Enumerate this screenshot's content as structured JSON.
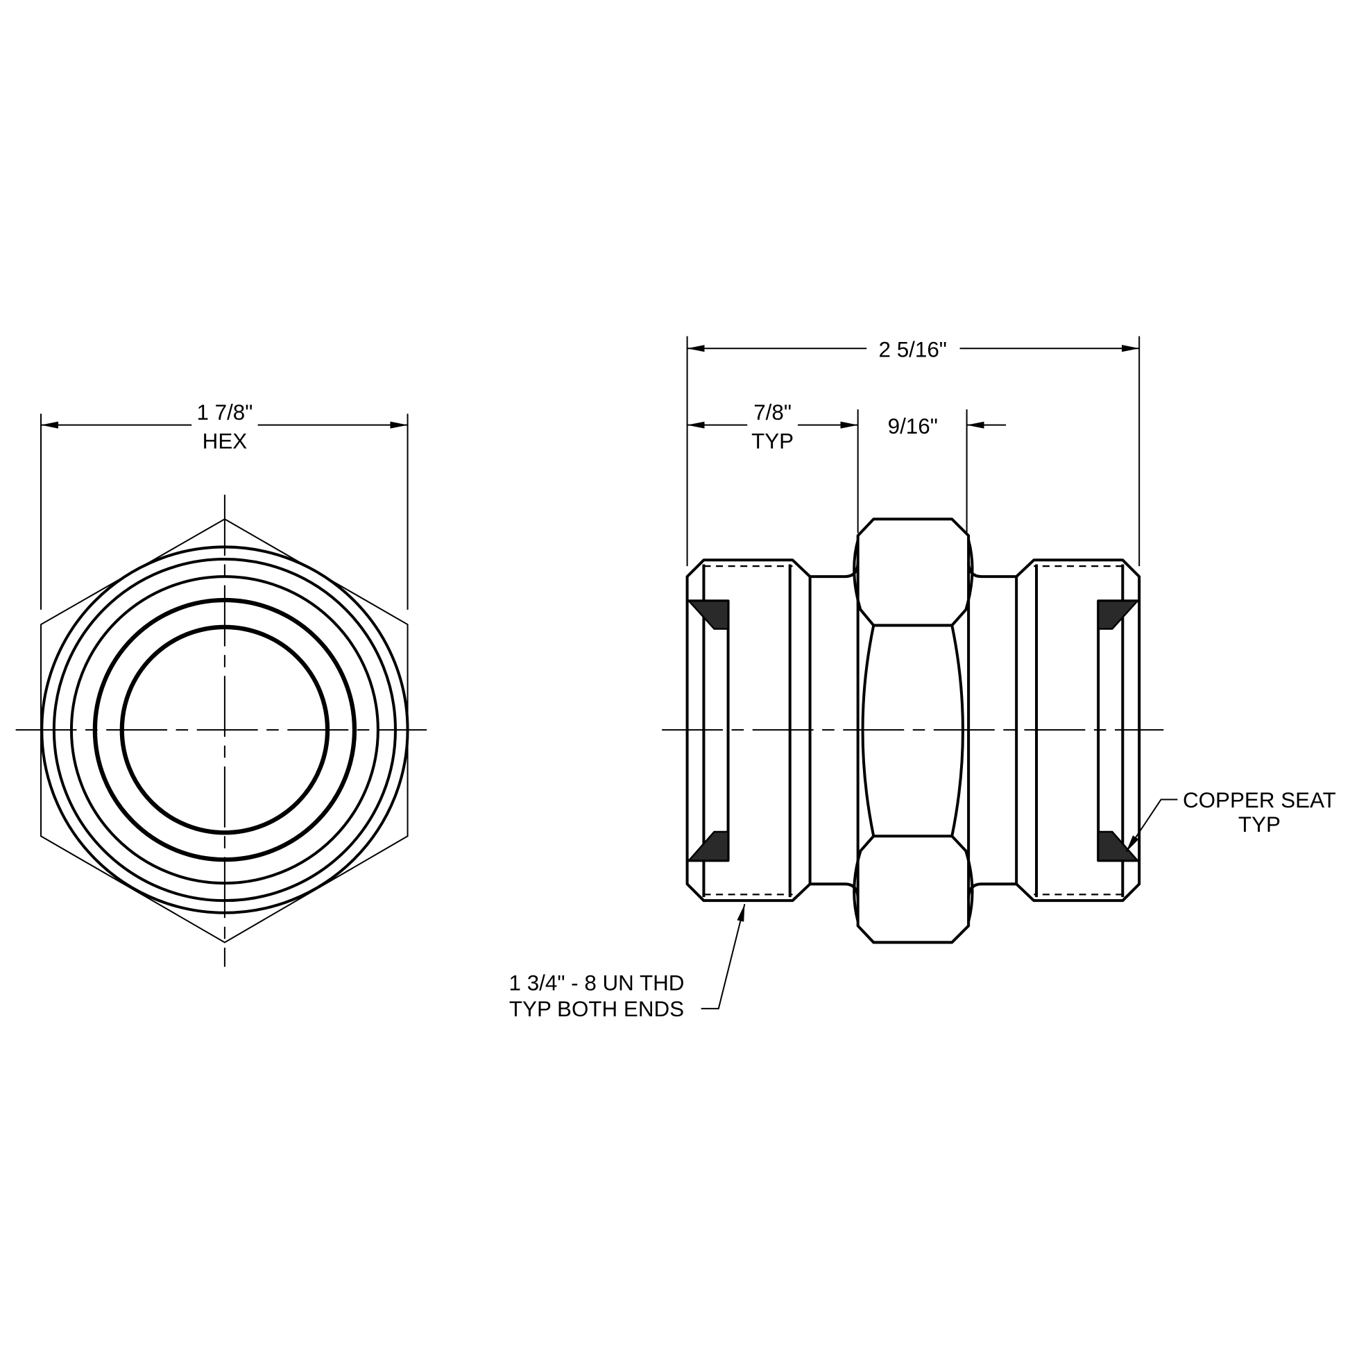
{
  "drawing": {
    "end_view": {
      "hex_dimension": "1 7/8\"",
      "hex_label": "HEX"
    },
    "side_view": {
      "overall_length": "2 5/16\"",
      "thread_length": "7/8\"",
      "thread_length_note": "TYP",
      "hex_width": "9/16\"",
      "thread_callout_line1": "1 3/4\" - 8 UN THD",
      "thread_callout_line2": "TYP BOTH ENDS",
      "seat_callout_line1": "COPPER SEAT",
      "seat_callout_line2": "TYP"
    },
    "colors": {
      "line": "#000000",
      "background": "#ffffff",
      "seat_fill": "#2a2a2a"
    }
  }
}
